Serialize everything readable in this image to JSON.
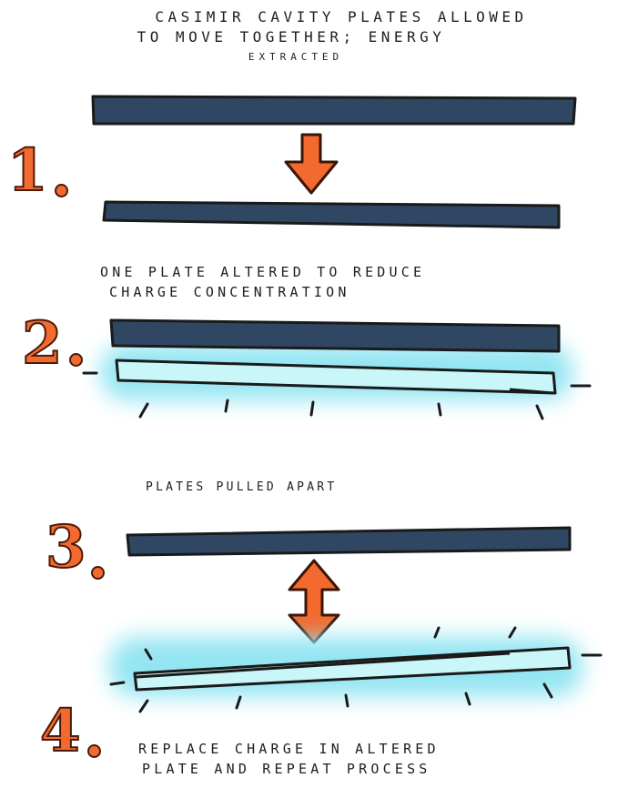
{
  "steps": [
    {
      "number": "1",
      "caption_lines": [
        "Casimir cavity plates allowed",
        "to move together; energy",
        "extracted"
      ]
    },
    {
      "number": "2",
      "caption_lines": [
        "One plate altered to reduce",
        "charge concentration"
      ]
    },
    {
      "number": "3",
      "caption_lines": [
        "Plates pulled apart"
      ]
    },
    {
      "number": "4",
      "caption_lines": [
        "Replace charge in altered",
        "plate and repeat process"
      ]
    }
  ],
  "colors": {
    "plate_dark": "#2f4763",
    "plate_altered": "#c9f6f8",
    "glow": "#8fe4f2",
    "arrow": "#f26a2e",
    "numeral": "#f26a2e",
    "outline": "#1a1a1a"
  }
}
